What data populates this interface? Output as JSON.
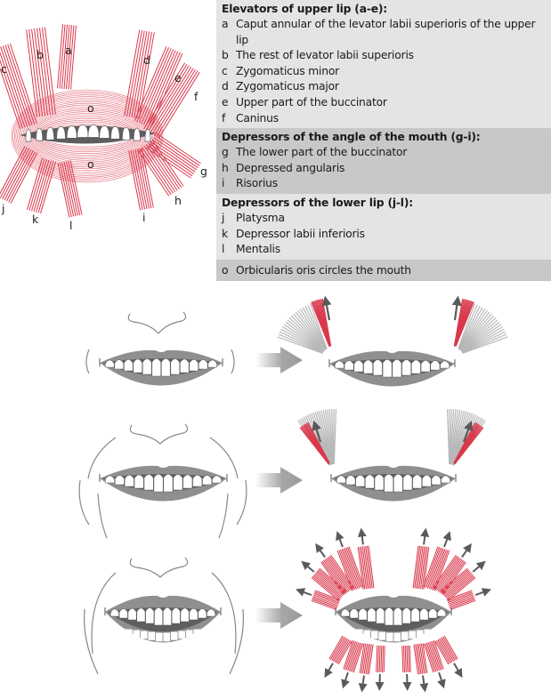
{
  "colors": {
    "muscle_red": "#d9384b",
    "fiber_gray": "#b8b8b8",
    "lip_gray": "#8f8f8f",
    "gum_dark": "#5e5e5e",
    "arrow_gray": "#5a5a5a",
    "legend_light": "#e4e4e4",
    "legend_dark": "#c8c8c8"
  },
  "top_diagram": {
    "labels": [
      "a",
      "b",
      "c",
      "d",
      "e",
      "f",
      "g",
      "h",
      "i",
      "j",
      "k",
      "l",
      "o",
      "o"
    ]
  },
  "legend": {
    "sections": [
      {
        "title": "Elevators of upper lip (a-e):",
        "items": [
          {
            "key": "a",
            "text": "Caput annular of the levator labii superioris of the upper lip"
          },
          {
            "key": "b",
            "text": "The rest of levator labii superioris"
          },
          {
            "key": "c",
            "text": "Zygomaticus minor"
          },
          {
            "key": "d",
            "text": "Zygomaticus major"
          },
          {
            "key": "e",
            "text": "Upper part of the buccinator"
          },
          {
            "key": "f",
            "text": "Caninus"
          }
        ]
      },
      {
        "title": "Depressors of the angle of the mouth (g-i):",
        "items": [
          {
            "key": "g",
            "text": "The lower part of the buccinator"
          },
          {
            "key": "h",
            "text": "Depressed angularis"
          },
          {
            "key": "i",
            "text": "Risorius"
          }
        ]
      },
      {
        "title": "Depressors of the lower lip (j-l):",
        "items": [
          {
            "key": "j",
            "text": "Platysma"
          },
          {
            "key": "k",
            "text": "Depressor labii inferioris"
          },
          {
            "key": "l",
            "text": "Mentalis"
          }
        ]
      },
      {
        "title": "",
        "items": [
          {
            "key": "o",
            "text": "Orbicularis oris circles the mouth"
          }
        ]
      }
    ]
  },
  "smile_rows": [
    {
      "name": "slight-smile",
      "active_fiber_groups": 2,
      "arrows_up": 2,
      "arrows_down": 0
    },
    {
      "name": "broad-smile",
      "active_fiber_groups": 2,
      "arrows_up": 2,
      "arrows_down": 0
    },
    {
      "name": "full-grin",
      "active_fiber_groups": 16,
      "arrows_up": 10,
      "arrows_down": 8
    }
  ]
}
